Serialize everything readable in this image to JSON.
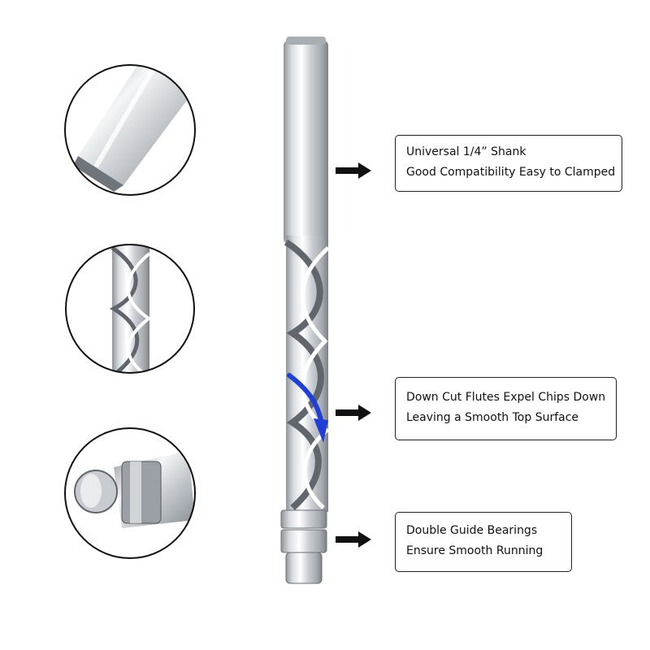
{
  "callouts": [
    {
      "line1": "Universal 1/4”  Shank",
      "line2": "Good Compatibility Easy to Clamped"
    },
    {
      "line1": "Down Cut Flutes Expel Chips Down",
      "line2": "Leaving a Smooth Top Surface"
    },
    {
      "line1": "Double Guide Bearings",
      "line2": "Ensure Smooth Running"
    }
  ],
  "colors": {
    "accent_arrow": "#1f3fd6",
    "outline": "#111111"
  }
}
